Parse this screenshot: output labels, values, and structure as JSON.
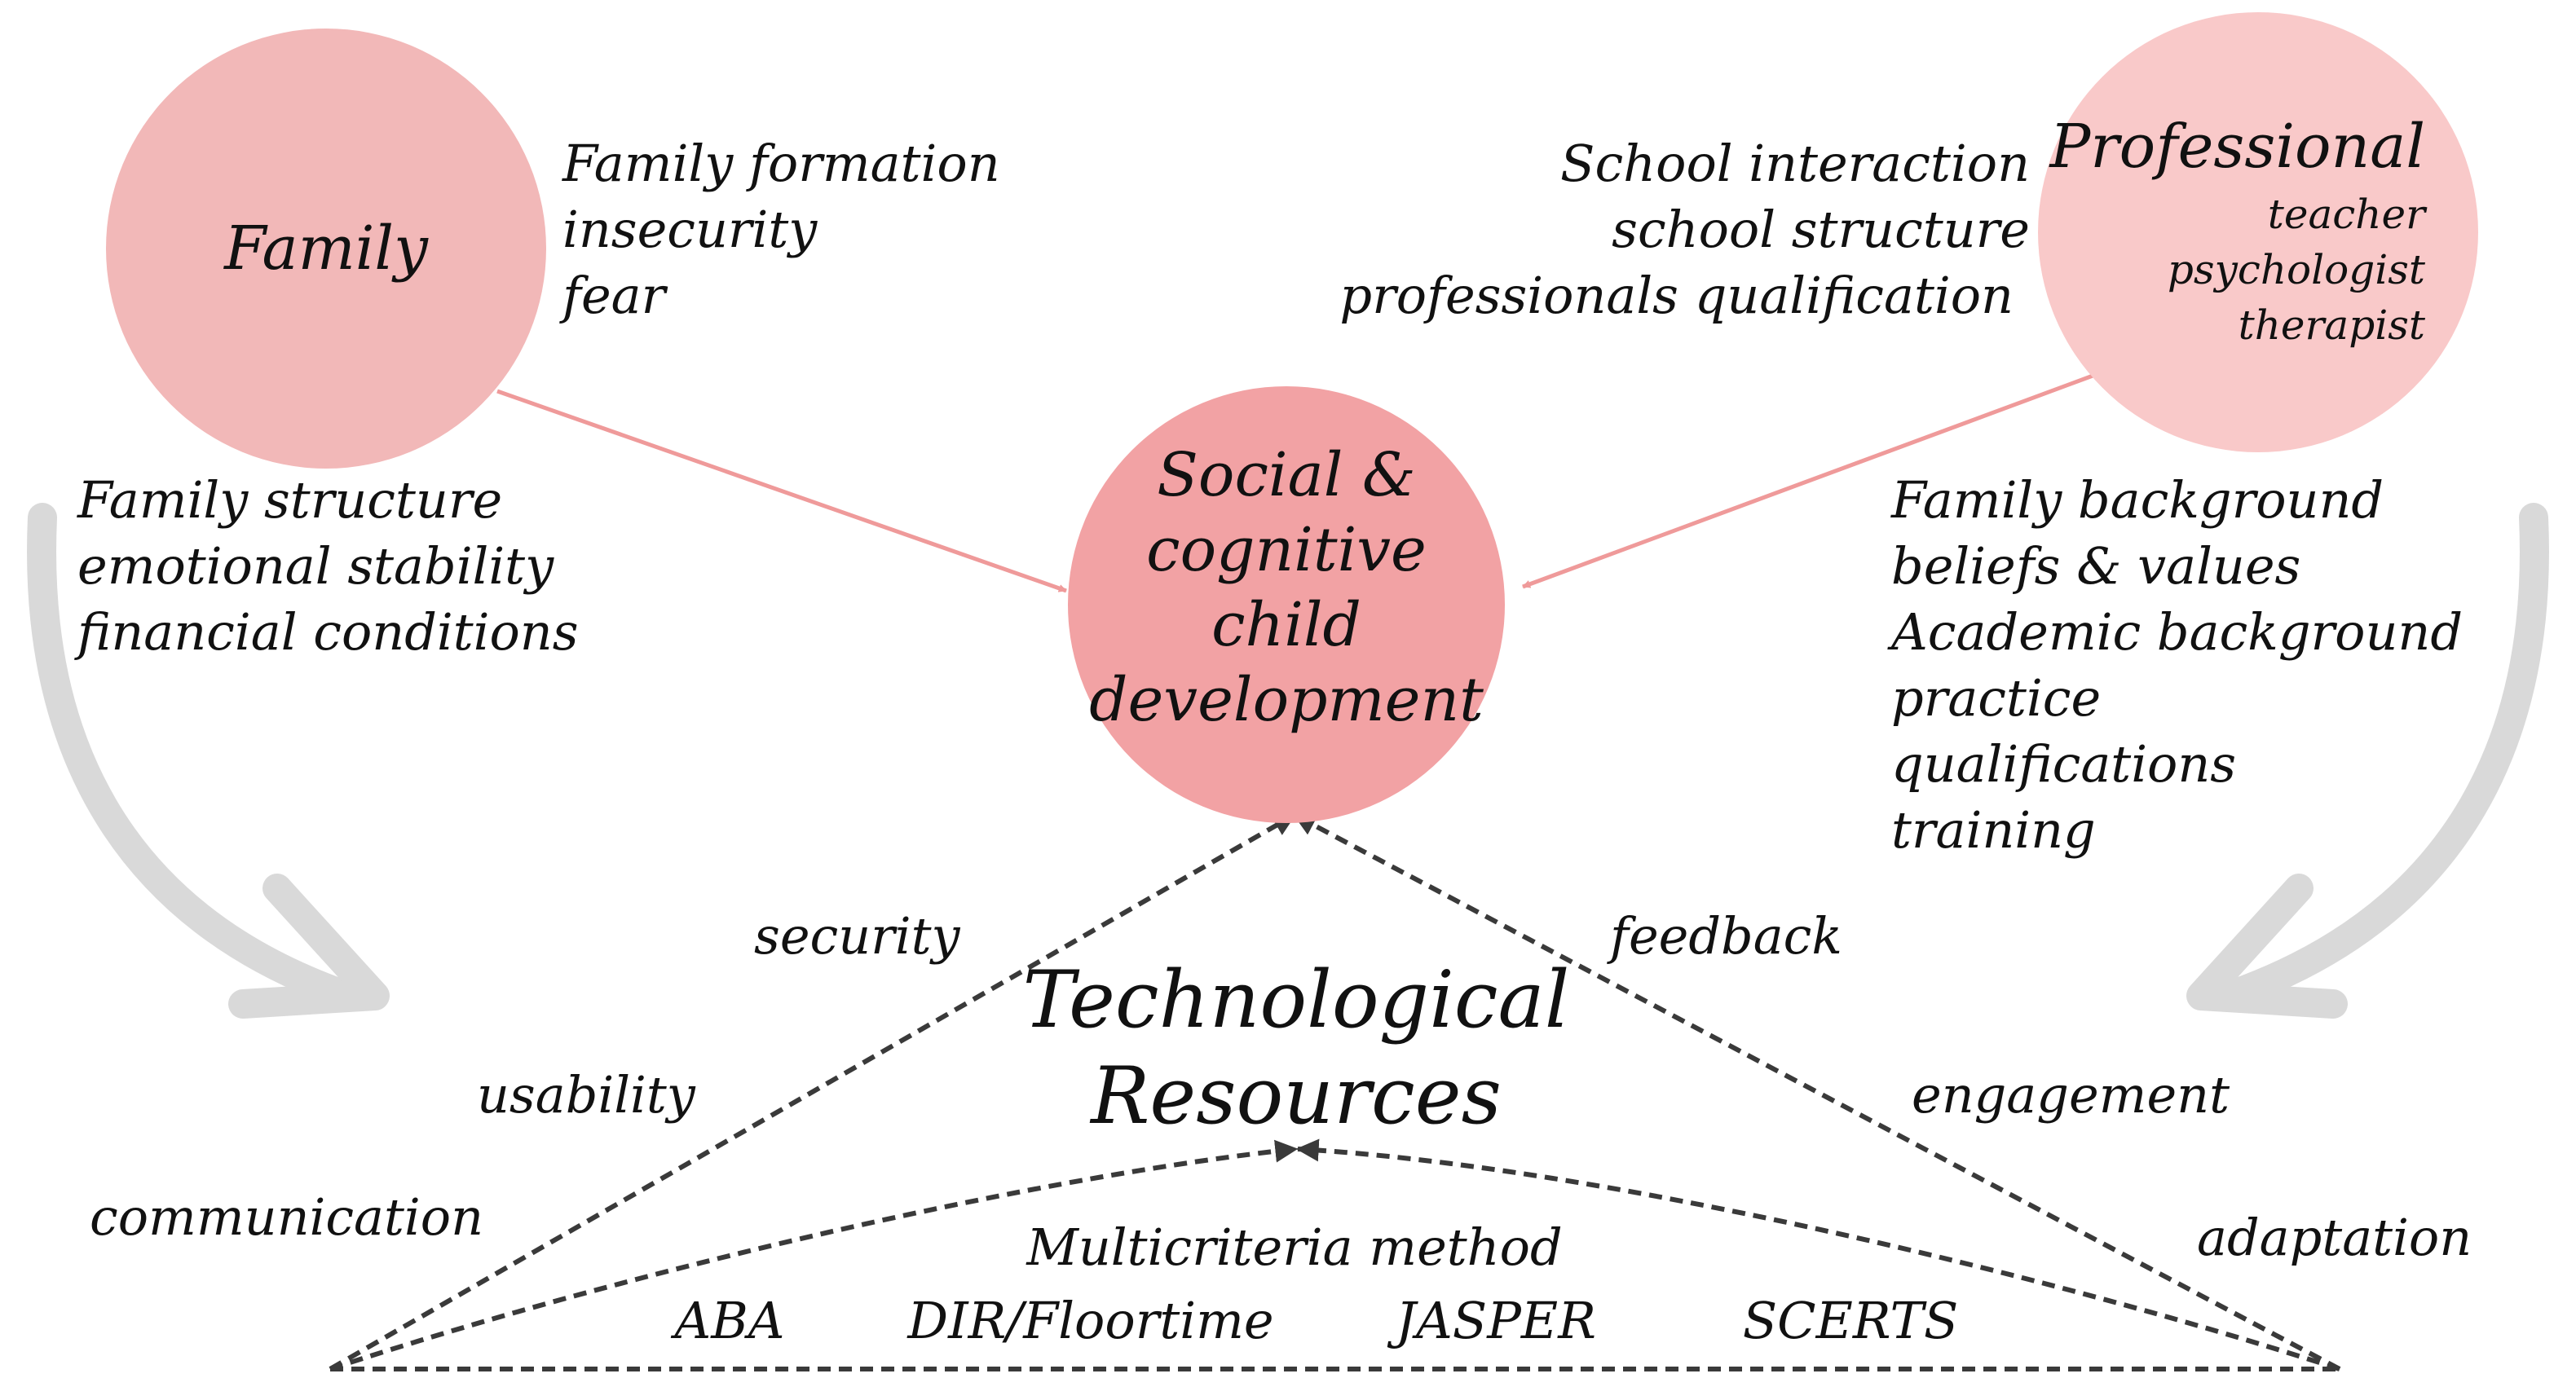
{
  "colors": {
    "family_node": "#f2b8b8",
    "professional_node": "#f9c9c9",
    "center_node": "#f2a2a4",
    "solid_arrow": "#ef9a9a",
    "dashed_line": "#3a3a3a",
    "curved_arrow": "#d9d9d9"
  },
  "nodes": {
    "family": {
      "label": "Family"
    },
    "professional": {
      "label": "Professional",
      "roles": [
        "teacher",
        "psychologist",
        "therapist"
      ]
    },
    "center": {
      "lines": [
        "Social &",
        "cognitive",
        "child",
        "development"
      ]
    }
  },
  "lists": {
    "family_concerns": [
      "Family formation",
      "insecurity",
      "fear"
    ],
    "family_factors": [
      "Family structure",
      "emotional stability",
      "financial conditions"
    ],
    "school_factors": [
      "School interaction",
      "school structure",
      "professionals qualification"
    ],
    "professional_factors": [
      "Family background",
      "beliefs & values",
      "Academic background",
      "practice",
      "qualifications",
      "training"
    ]
  },
  "edges": {
    "security": "security",
    "feedback": "feedback",
    "usability": "usability",
    "engagement": "engagement",
    "communication": "communication",
    "adaptation": "adaptation"
  },
  "resources": {
    "title_lines": [
      "Technological",
      "Resources"
    ],
    "method_label": "Multicriteria method",
    "methods": [
      "ABA",
      "DIR/Floortime",
      "JASPER",
      "SCERTS"
    ]
  },
  "icons": {
    "left_curve": "curved-arrow-down-right-icon",
    "right_curve": "curved-arrow-down-left-icon"
  }
}
